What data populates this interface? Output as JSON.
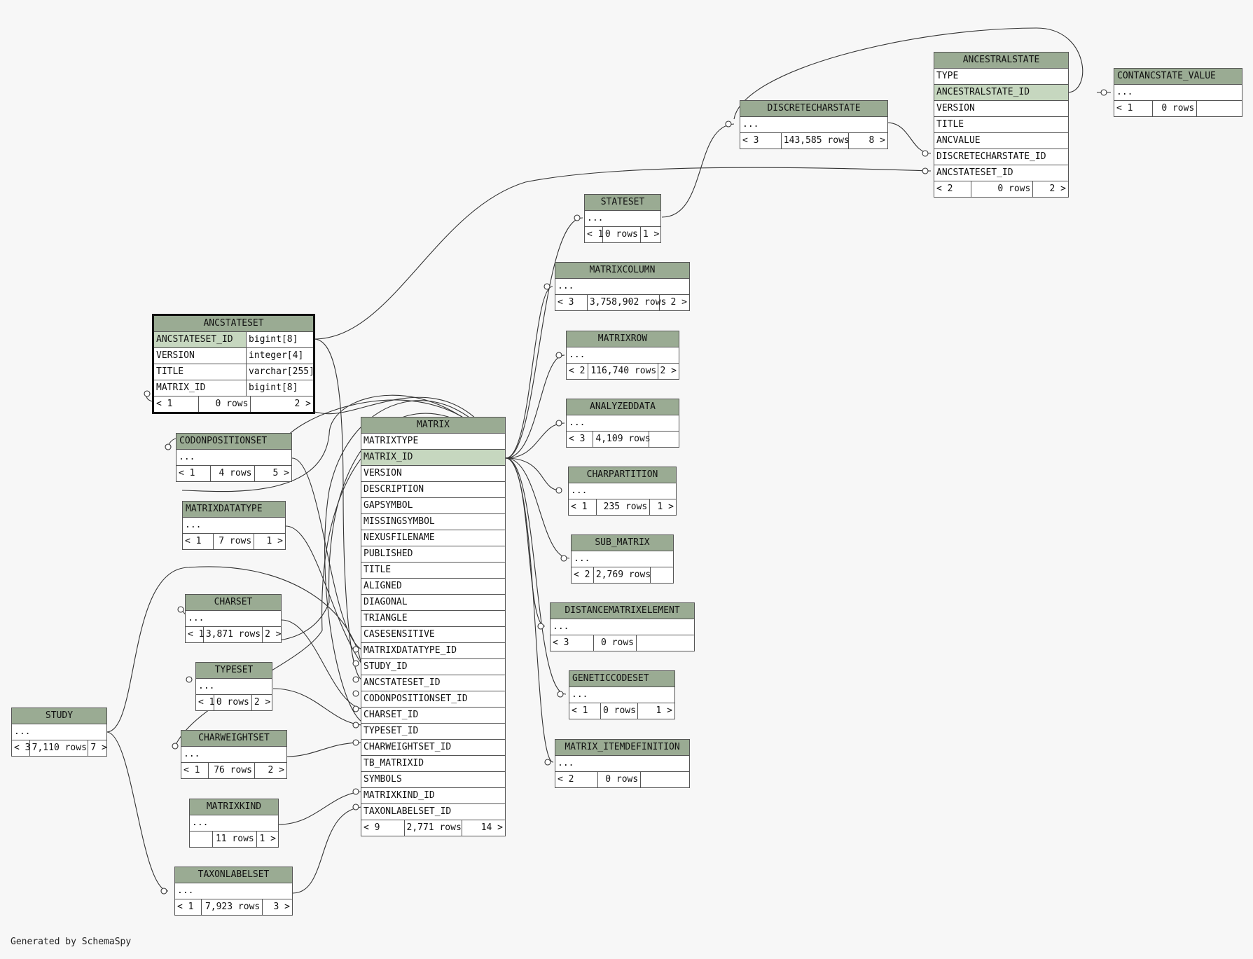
{
  "footer": "Generated by SchemaSpy",
  "tables": {
    "ancestralstate": {
      "name": "ANCESTRALSTATE",
      "cols": [
        "TYPE",
        "ANCESTRALSTATE_ID",
        "VERSION",
        "TITLE",
        "ANCVALUE",
        "DISCRETECHARSTATE_ID",
        "ANCSTATESET_ID"
      ],
      "pk": "ANCESTRALSTATE_ID",
      "parents": "< 2",
      "rows": "0 rows",
      "children": "2 >"
    },
    "contancstate_value": {
      "name": "CONTANCSTATE_VALUE",
      "cols": [
        "..."
      ],
      "parents": "< 1",
      "rows": "0 rows",
      "children": ""
    },
    "discretecharstate": {
      "name": "DISCRETECHARSTATE",
      "cols": [
        "..."
      ],
      "parents": "< 3",
      "rows": "143,585 rows",
      "children": "8 >"
    },
    "stateset": {
      "name": "STATESET",
      "cols": [
        "..."
      ],
      "parents": "< 1",
      "rows": "0 rows",
      "children": "1 >"
    },
    "matrixcolumn": {
      "name": "MATRIXCOLUMN",
      "cols": [
        "..."
      ],
      "parents": "< 3",
      "rows": "3,758,902 rows",
      "children": "2 >"
    },
    "matrixrow": {
      "name": "MATRIXROW",
      "cols": [
        "..."
      ],
      "parents": "< 2",
      "rows": "116,740 rows",
      "children": "2 >"
    },
    "analyzeddata": {
      "name": "ANALYZEDDATA",
      "cols": [
        "..."
      ],
      "parents": "< 3",
      "rows": "4,109 rows",
      "children": ""
    },
    "charpartition": {
      "name": "CHARPARTITION",
      "cols": [
        "..."
      ],
      "parents": "< 1",
      "rows": "235 rows",
      "children": "1 >"
    },
    "sub_matrix": {
      "name": "SUB_MATRIX",
      "cols": [
        "..."
      ],
      "parents": "< 2",
      "rows": "2,769 rows",
      "children": ""
    },
    "distancematrixelement": {
      "name": "DISTANCEMATRIXELEMENT",
      "cols": [
        "..."
      ],
      "parents": "< 3",
      "rows": "0 rows",
      "children": ""
    },
    "geneticcodeset": {
      "name": "GENETICCODESET",
      "cols": [
        "..."
      ],
      "parents": "< 1",
      "rows": "0 rows",
      "children": "1 >"
    },
    "matrix_itemdefinition": {
      "name": "MATRIX_ITEMDEFINITION",
      "cols": [
        "..."
      ],
      "parents": "< 2",
      "rows": "0 rows",
      "children": ""
    },
    "ancstateset": {
      "name": "ANCSTATESET",
      "cols": [
        "ANCSTATESET_ID",
        "VERSION",
        "TITLE",
        "MATRIX_ID"
      ],
      "types": [
        "bigint[8]",
        "integer[4]",
        "varchar[255]",
        "bigint[8]"
      ],
      "pk": "ANCSTATESET_ID",
      "parents": "< 1",
      "rows": "0 rows",
      "children": "2 >"
    },
    "codonpositionset": {
      "name": "CODONPOSITIONSET",
      "cols": [
        "..."
      ],
      "parents": "< 1",
      "rows": "4 rows",
      "children": "5 >"
    },
    "matrixdatatype": {
      "name": "MATRIXDATATYPE",
      "cols": [
        "..."
      ],
      "parents": "< 1",
      "rows": "7 rows",
      "children": "1 >"
    },
    "charset": {
      "name": "CHARSET",
      "cols": [
        "..."
      ],
      "parents": "< 1",
      "rows": "3,871 rows",
      "children": "2 >"
    },
    "typeset": {
      "name": "TYPESET",
      "cols": [
        "..."
      ],
      "parents": "< 1",
      "rows": "0 rows",
      "children": "2 >"
    },
    "study": {
      "name": "STUDY",
      "cols": [
        "..."
      ],
      "parents": "< 3",
      "rows": "7,110 rows",
      "children": "7 >"
    },
    "charweightset": {
      "name": "CHARWEIGHTSET",
      "cols": [
        "..."
      ],
      "parents": "< 1",
      "rows": "76 rows",
      "children": "2 >"
    },
    "matrixkind": {
      "name": "MATRIXKIND",
      "cols": [
        "..."
      ],
      "parents": "",
      "rows": "11 rows",
      "children": "1 >"
    },
    "taxonlabelset": {
      "name": "TAXONLABELSET",
      "cols": [
        "..."
      ],
      "parents": "< 1",
      "rows": "7,923 rows",
      "children": "3 >"
    },
    "matrix": {
      "name": "MATRIX",
      "cols": [
        "MATRIXTYPE",
        "MATRIX_ID",
        "VERSION",
        "DESCRIPTION",
        "GAPSYMBOL",
        "MISSINGSYMBOL",
        "NEXUSFILENAME",
        "PUBLISHED",
        "TITLE",
        "ALIGNED",
        "DIAGONAL",
        "TRIANGLE",
        "CASESENSITIVE",
        "MATRIXDATATYPE_ID",
        "STUDY_ID",
        "ANCSTATESET_ID",
        "CODONPOSITIONSET_ID",
        "CHARSET_ID",
        "TYPESET_ID",
        "CHARWEIGHTSET_ID",
        "TB_MATRIXID",
        "SYMBOLS",
        "MATRIXKIND_ID",
        "TAXONLABELSET_ID"
      ],
      "pk": "MATRIX_ID",
      "parents": "< 9",
      "rows": "2,771 rows",
      "children": "14 >"
    }
  }
}
